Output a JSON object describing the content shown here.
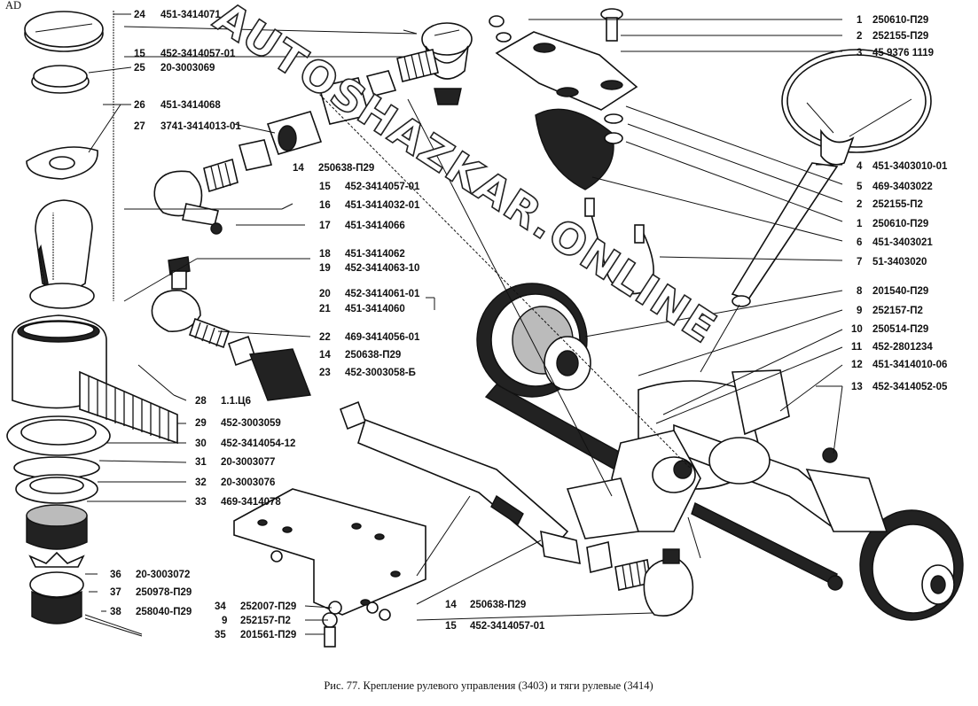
{
  "caption": "Рис. 77. Крепление рулевого управления (3403) и тяги рулевые (3414)",
  "corner_mark": "AD",
  "watermark": "AUTOSHAZKAR.ONLINE",
  "callouts": [
    {
      "num": "24",
      "code": "451-3414071"
    },
    {
      "num": "15",
      "code": "452-3414057-01"
    },
    {
      "num": "25",
      "code": "20-3003069"
    },
    {
      "num": "26",
      "code": "451-3414068"
    },
    {
      "num": "27",
      "code": "3741-3414013-01"
    },
    {
      "num": "14",
      "code": "250638-П29"
    },
    {
      "num": "15",
      "code": "452-3414057-01"
    },
    {
      "num": "16",
      "code": "451-3414032-01"
    },
    {
      "num": "17",
      "code": "451-3414066"
    },
    {
      "num": "18",
      "code": "451-3414062"
    },
    {
      "num": "19",
      "code": "452-3414063-10"
    },
    {
      "num": "20",
      "code": "452-3414061-01"
    },
    {
      "num": "21",
      "code": "451-3414060"
    },
    {
      "num": "22",
      "code": "469-3414056-01"
    },
    {
      "num": "14",
      "code": "250638-П29"
    },
    {
      "num": "23",
      "code": "452-3003058-Б"
    },
    {
      "num": "28",
      "code": "1.1.Ц6"
    },
    {
      "num": "29",
      "code": "452-3003059"
    },
    {
      "num": "30",
      "code": "452-3414054-12"
    },
    {
      "num": "31",
      "code": "20-3003077"
    },
    {
      "num": "32",
      "code": "20-3003076"
    },
    {
      "num": "33",
      "code": "469-3414078"
    },
    {
      "num": "36",
      "code": "20-3003072"
    },
    {
      "num": "37",
      "code": "250978-П29"
    },
    {
      "num": "38",
      "code": "258040-П29"
    },
    {
      "num": "34",
      "code": "252007-П29"
    },
    {
      "num": "9",
      "code": "252157-П2"
    },
    {
      "num": "35",
      "code": "201561-П29"
    },
    {
      "num": "14",
      "code": "250638-П29"
    },
    {
      "num": "15",
      "code": "452-3414057-01"
    },
    {
      "num": "1",
      "code": "250610-П29"
    },
    {
      "num": "2",
      "code": "252155-П29"
    },
    {
      "num": "3",
      "code": "45 9376 1119"
    },
    {
      "num": "4",
      "code": "451-3403010-01"
    },
    {
      "num": "5",
      "code": "469-3403022"
    },
    {
      "num": "2",
      "code": "252155-П2"
    },
    {
      "num": "1",
      "code": "250610-П29"
    },
    {
      "num": "6",
      "code": "451-3403021"
    },
    {
      "num": "7",
      "code": "51-3403020"
    },
    {
      "num": "8",
      "code": "201540-П29"
    },
    {
      "num": "9",
      "code": "252157-П2"
    },
    {
      "num": "10",
      "code": "250514-П29"
    },
    {
      "num": "11",
      "code": "452-2801234"
    },
    {
      "num": "12",
      "code": "451-3414010-06"
    },
    {
      "num": "13",
      "code": "452-3414052-05"
    }
  ]
}
